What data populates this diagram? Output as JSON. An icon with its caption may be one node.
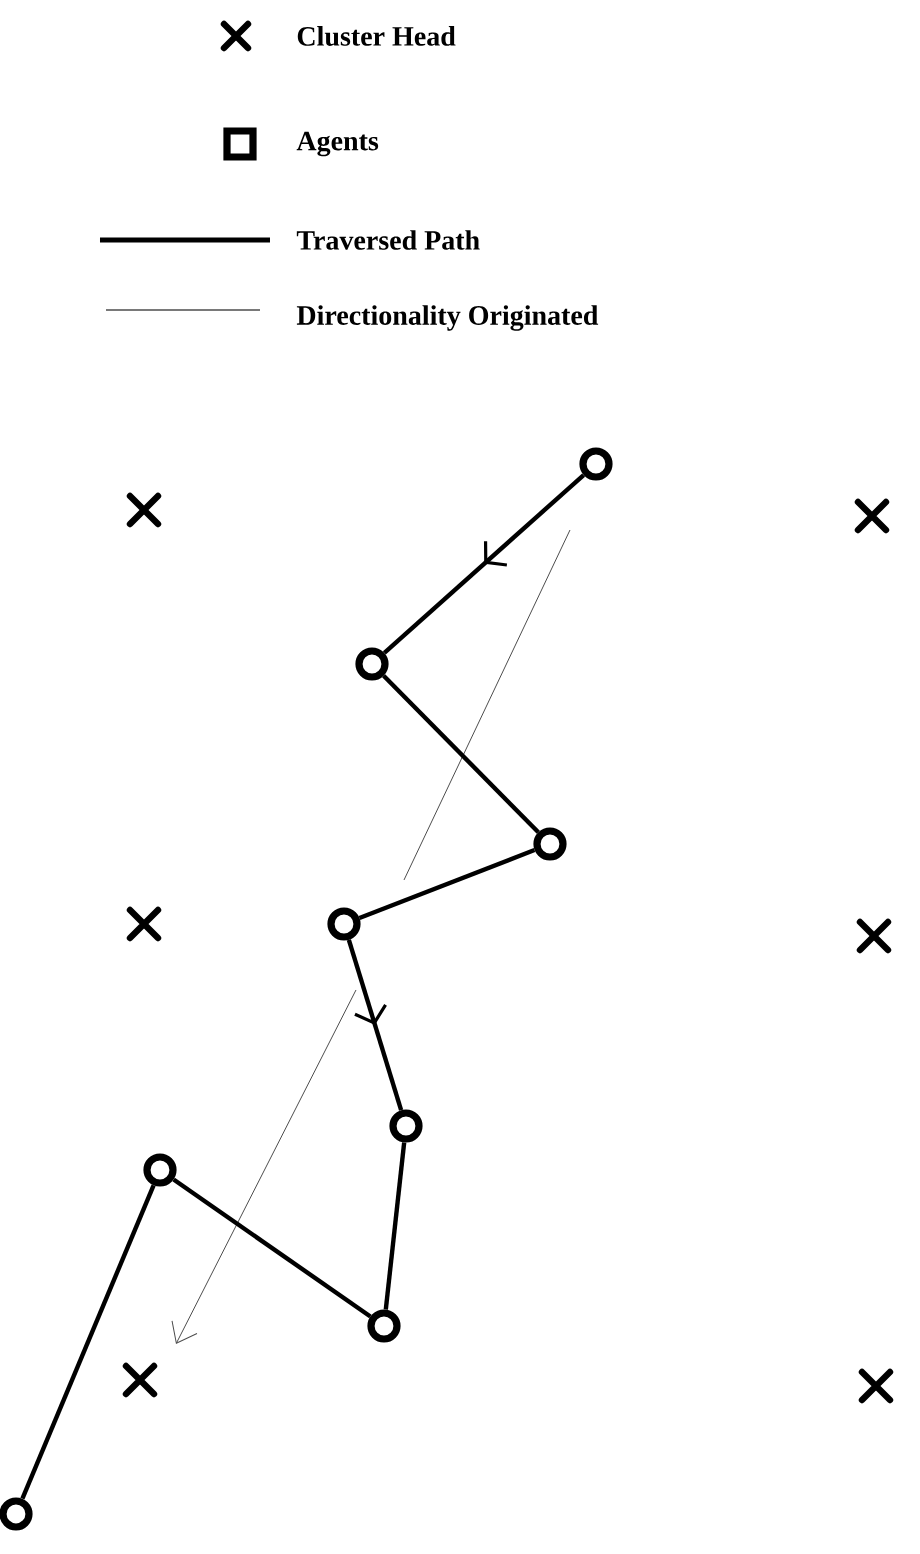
{
  "diagram": {
    "nodes": [
      {
        "text": [],
        "shape": "circle"
      },
      {
        "text": [],
        "shape": "circle"
      },
      {
        "text": [],
        "shape": "circle"
      },
      {
        "text": [],
        "shape": "circle"
      },
      {
        "text": [],
        "shape": "circle"
      },
      {
        "text": [],
        "shape": "circle"
      },
      {
        "text": [],
        "shape": "circle"
      },
      {
        "text": [],
        "shape": "circle"
      }
    ],
    "edges": [
      {
        "from": 0,
        "to": 1,
        "arrow": "to"
      },
      {
        "from": 1,
        "to": 2,
        "arrow": "none"
      },
      {
        "from": 2,
        "to": 3,
        "arrow": "none"
      },
      {
        "from": 3,
        "to": 4,
        "arrow": "to"
      },
      {
        "from": 4,
        "to": 6,
        "arrow": "none"
      },
      {
        "from": 6,
        "to": 5,
        "arrow": "none"
      },
      {
        "from": 5,
        "to": 7,
        "arrow": "none"
      }
    ],
    "legend": [
      {
        "text": "Cluster Head"
      },
      {
        "text": "Agents"
      },
      {
        "text": "Traversed Path"
      },
      {
        "text": "Directionality Originated"
      }
    ]
  }
}
